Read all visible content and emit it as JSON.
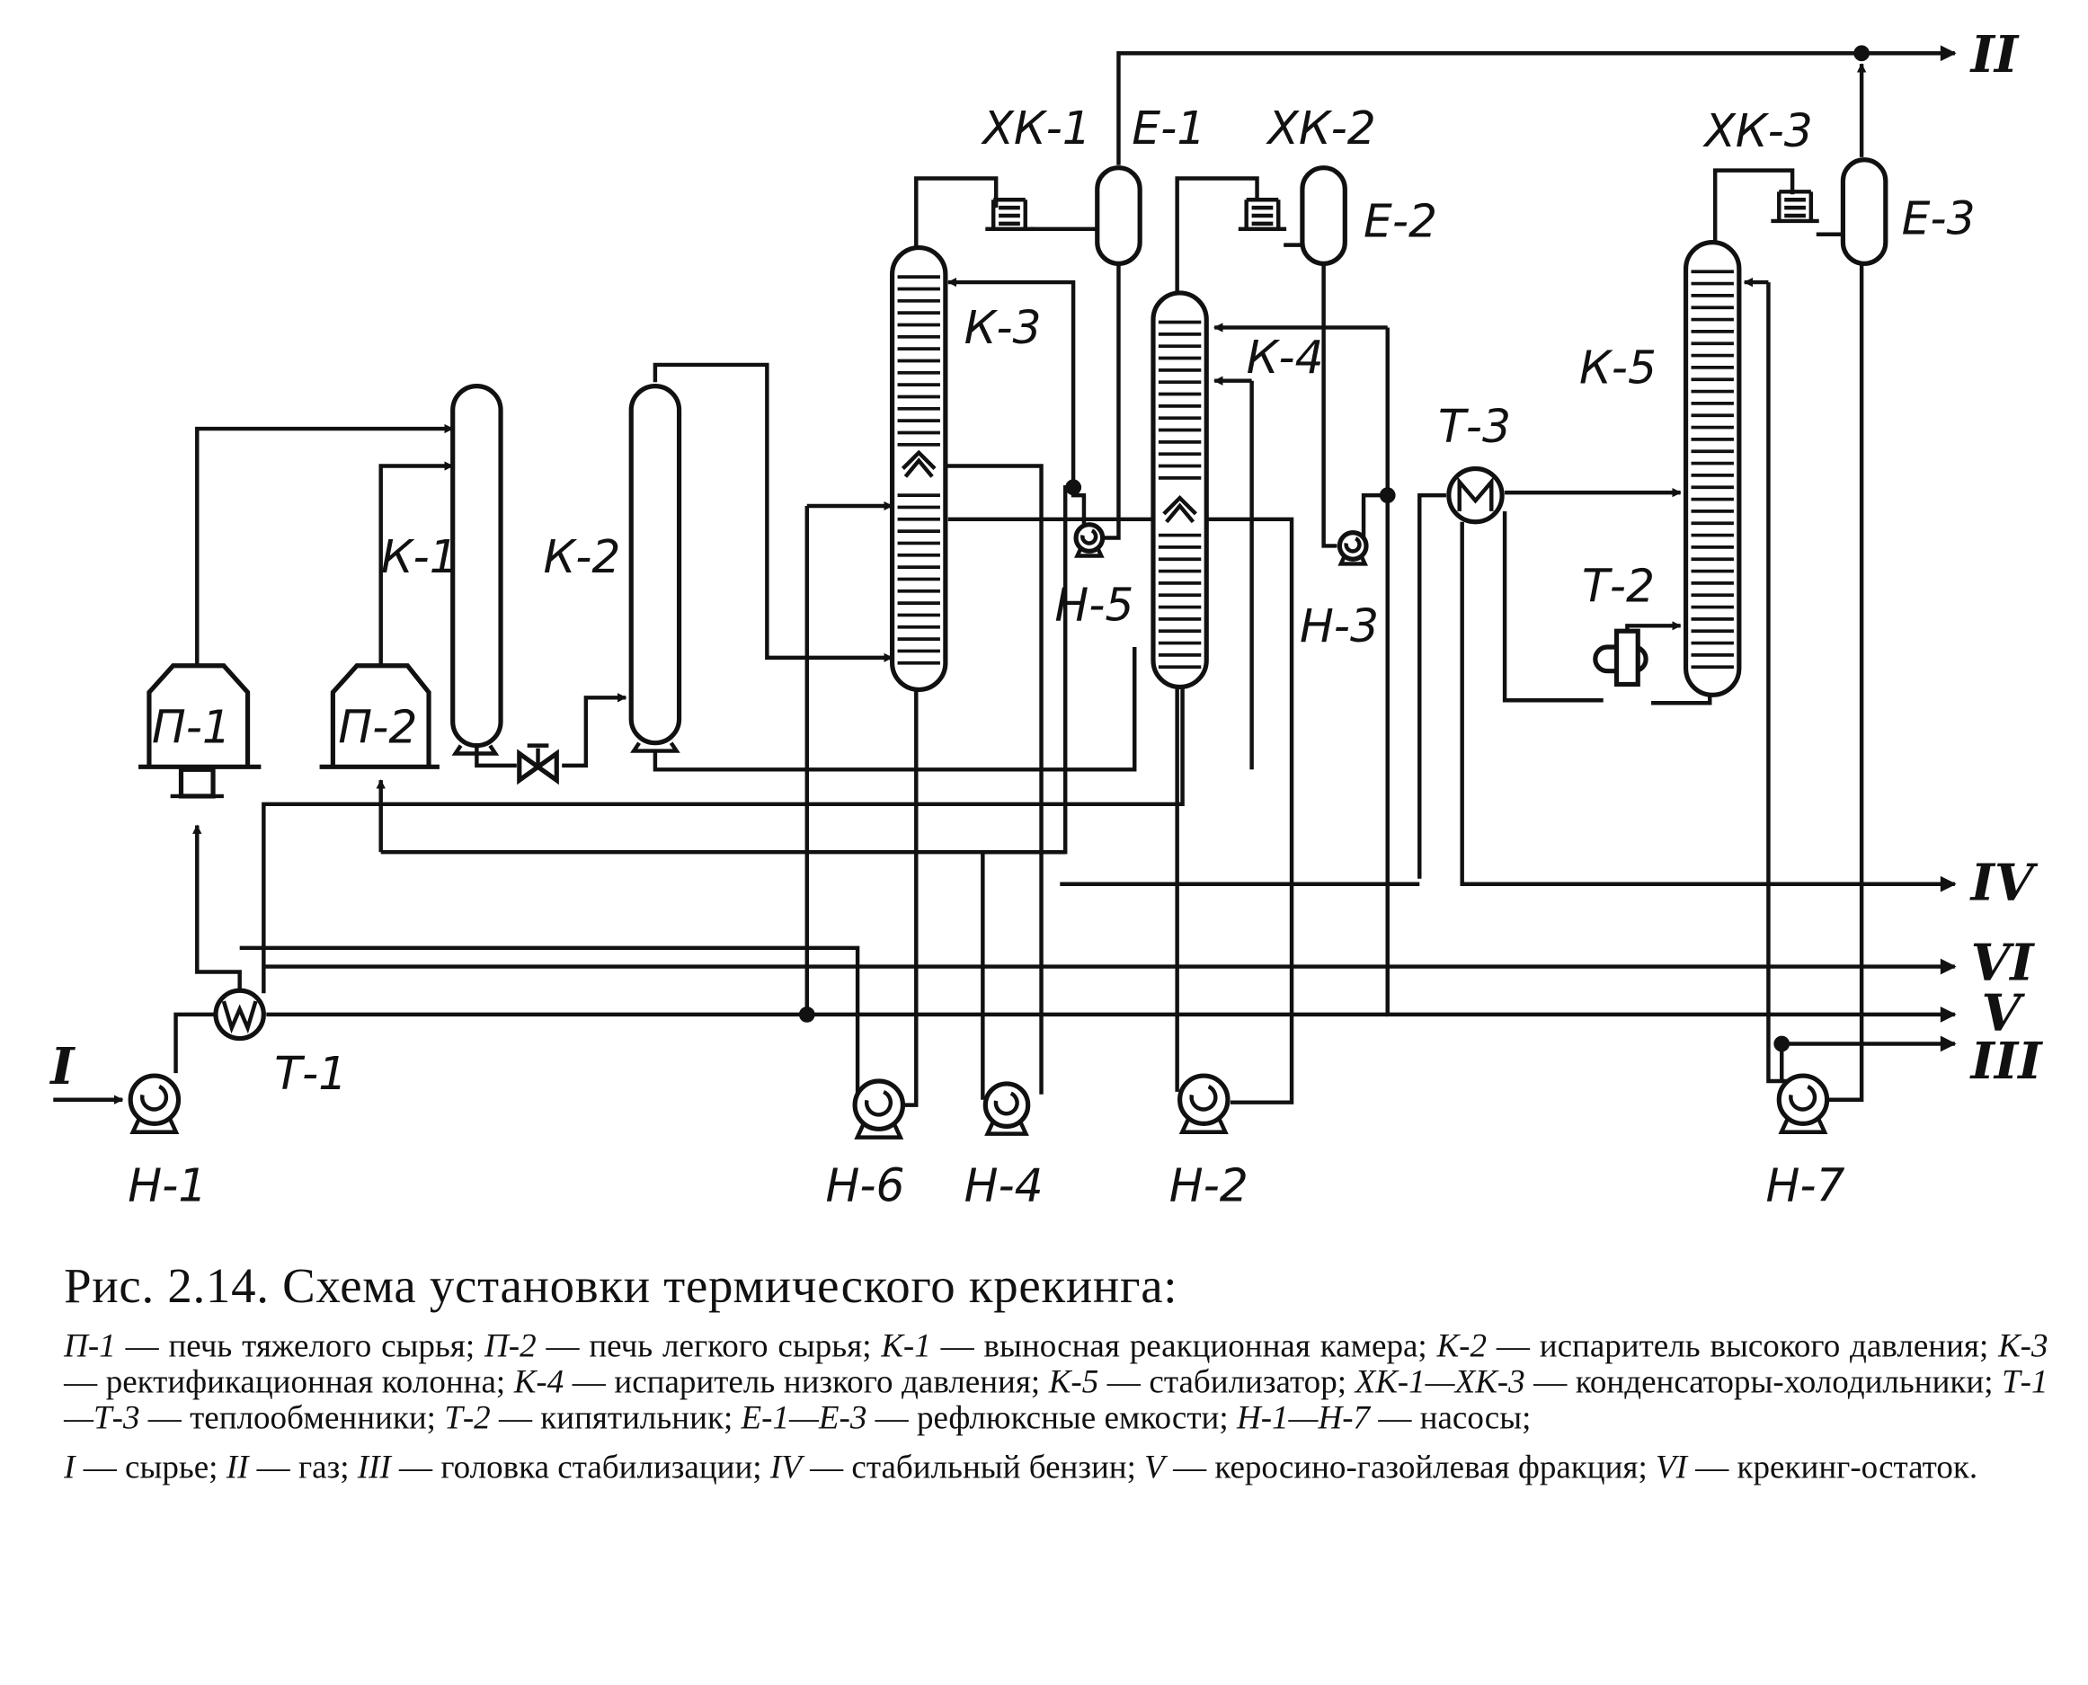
{
  "labels": {
    "xk1": "ХК-1",
    "e1": "Е-1",
    "xk2": "ХК-2",
    "e2": "Е-2",
    "xk3": "ХК-3",
    "e3": "Е-3",
    "k1": "К-1",
    "k2": "К-2",
    "k3": "К-3",
    "k4": "К-4",
    "k5": "К-5",
    "t1": "Т-1",
    "t2": "Т-2",
    "t3": "Т-3",
    "p1": "П-1",
    "p2": "П-2",
    "h1": "Н-1",
    "h2": "Н-2",
    "h3": "Н-3",
    "h4": "Н-4",
    "h5": "Н-5",
    "h6": "Н-6",
    "h7": "Н-7"
  },
  "streams": {
    "i": "I",
    "ii": "II",
    "iii": "III",
    "iv": "IV",
    "v": "V",
    "vi": "VI"
  },
  "caption": {
    "title": "Рис. 2.14. Схема установки термического крекинга:",
    "legend_equipment": [
      {
        "code": "П-1",
        "text": " — печь тяжелого сырья; "
      },
      {
        "code": "П-2",
        "text": " — печь легкого сырья; "
      },
      {
        "code": "К-1",
        "text": " — выносная реакционная камера; "
      },
      {
        "code": "К-2",
        "text": " — испаритель высокого давления; "
      },
      {
        "code": "К-3",
        "text": " — ректификационная колонна; "
      },
      {
        "code": "К-4",
        "text": " — испаритель низкого давления; "
      },
      {
        "code": "К-5",
        "text": " — стабилизатор; "
      },
      {
        "code": "ХК-1—ХК-3",
        "text": " — конденсаторы-холодильники; "
      },
      {
        "code": "Т-1—Т-3",
        "text": " — теплообменники; "
      },
      {
        "code": "Т-2",
        "text": " — кипятильник; "
      },
      {
        "code": "Е-1—Е-3",
        "text": " — рефлюксные емкости; "
      },
      {
        "code": "Н-1—Н-7",
        "text": " — насосы;"
      }
    ],
    "legend_streams": [
      {
        "code": "I",
        "text": " — сырье; "
      },
      {
        "code": "II",
        "text": " — газ; "
      },
      {
        "code": "III",
        "text": " — головка стабилизации; "
      },
      {
        "code": "IV",
        "text": " — стабильный бензин; "
      },
      {
        "code": "V",
        "text": " — керосино-газойлевая фракция; "
      },
      {
        "code": "VI",
        "text": " — крекинг-остаток."
      }
    ]
  }
}
